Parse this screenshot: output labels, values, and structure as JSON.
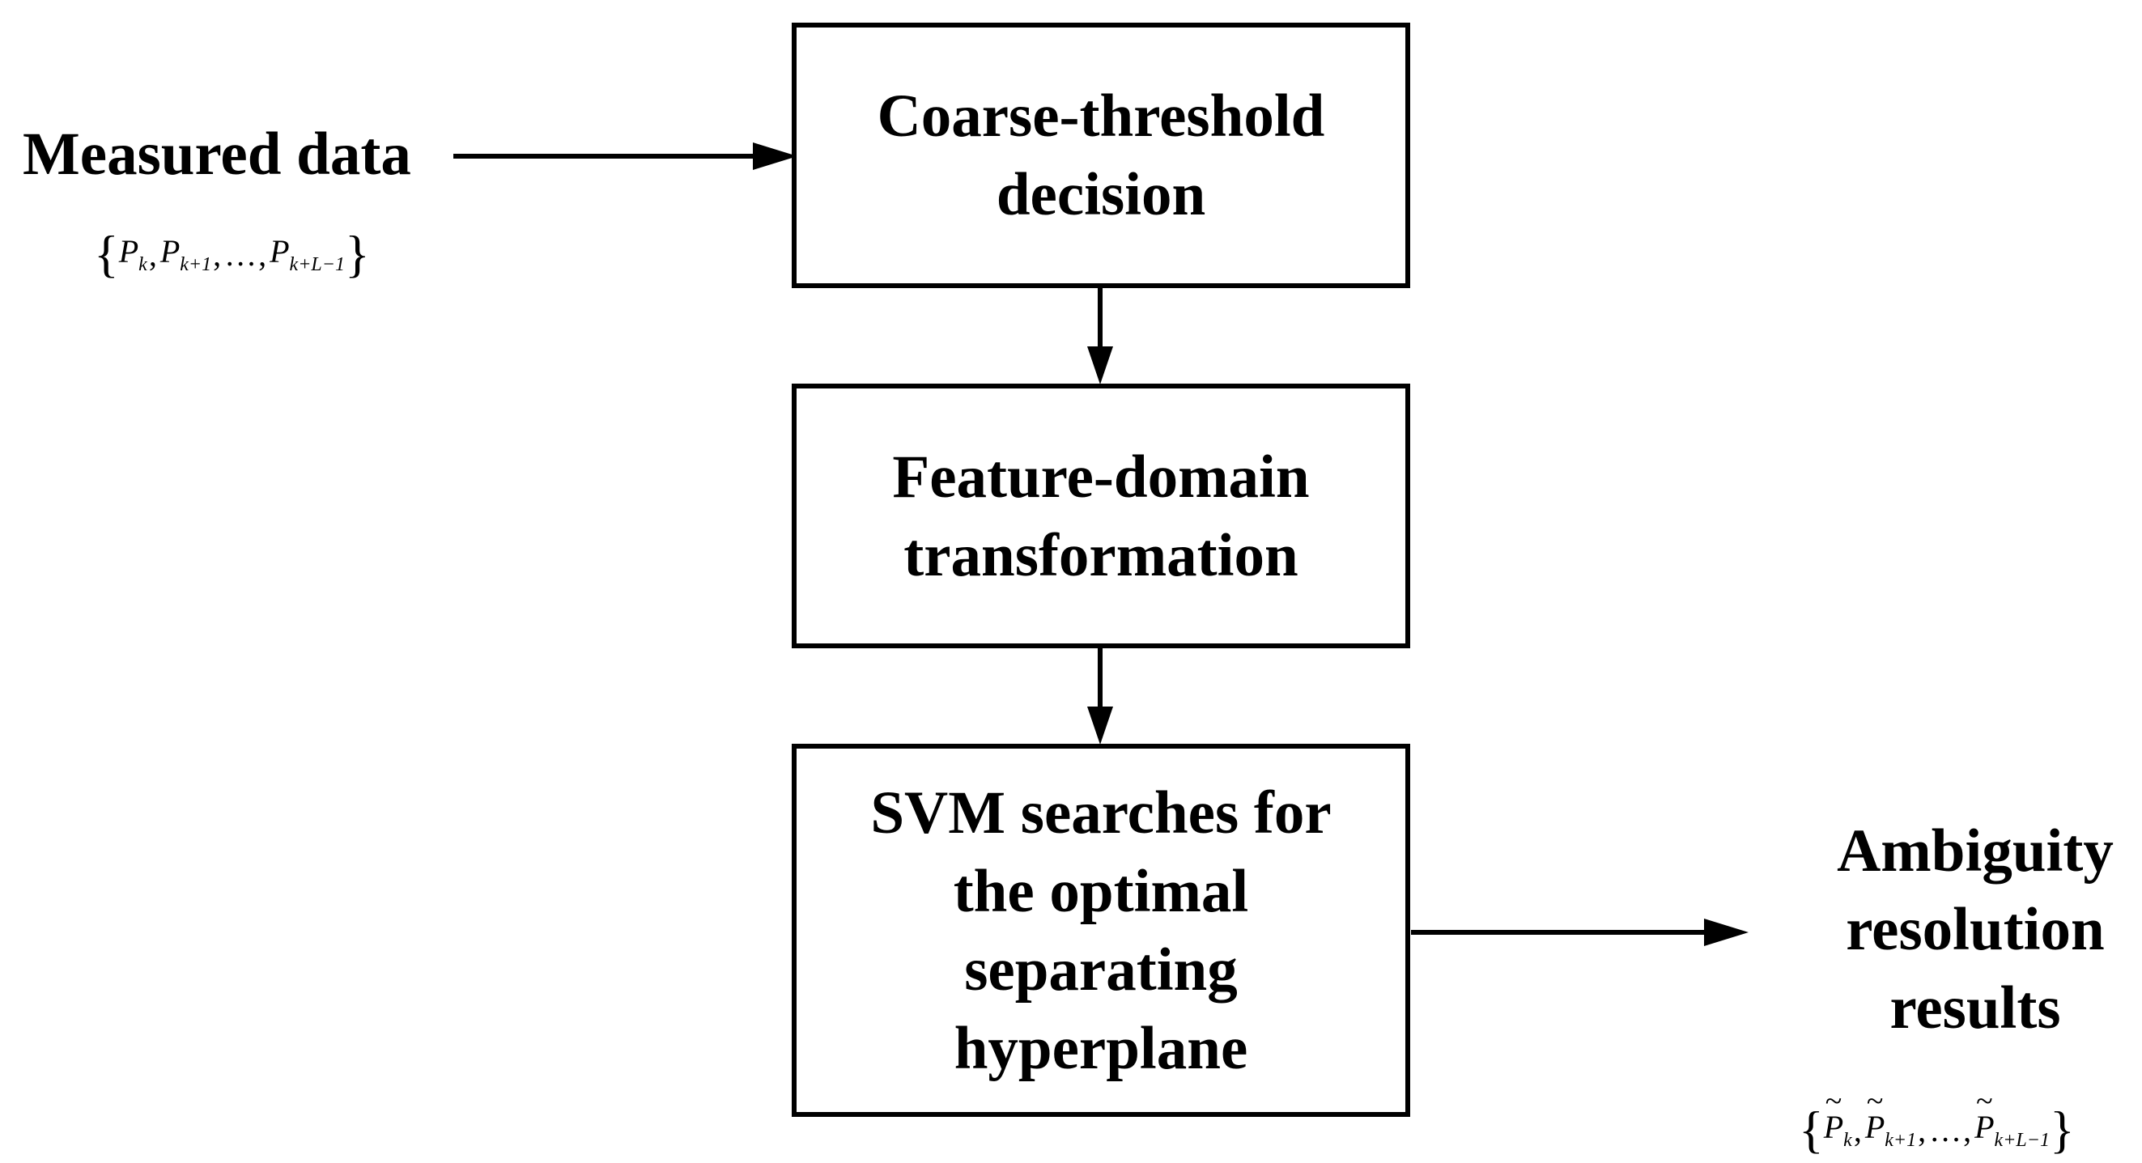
{
  "input": {
    "label": "Measured data",
    "set_terms": [
      {
        "symbol": "P",
        "sub": "k"
      },
      {
        "symbol": "P",
        "sub": "k+1"
      },
      {
        "symbol": "…",
        "sub": ""
      },
      {
        "symbol": "P",
        "sub": "k+L−1"
      }
    ],
    "open_brace": "{",
    "close_brace": "}",
    "separator": ","
  },
  "steps": [
    {
      "lines": [
        "Coarse-threshold",
        "decision"
      ]
    },
    {
      "lines": [
        "Feature-domain",
        "transformation"
      ]
    },
    {
      "lines": [
        "SVM searches for",
        "the optimal",
        "separating",
        "hyperplane"
      ]
    }
  ],
  "output": {
    "lines": [
      "Ambiguity",
      "resolution",
      "results"
    ],
    "set_terms": [
      {
        "symbol": "P",
        "sub": "k",
        "tilde": true
      },
      {
        "symbol": "P",
        "sub": "k+1",
        "tilde": true
      },
      {
        "symbol": "…",
        "sub": "",
        "tilde": false
      },
      {
        "symbol": "P",
        "sub": "k+L−1",
        "tilde": true
      }
    ],
    "open_brace": "{",
    "close_brace": "}",
    "separator": ","
  },
  "colors": {
    "stroke": "#000000",
    "background": "#ffffff"
  }
}
